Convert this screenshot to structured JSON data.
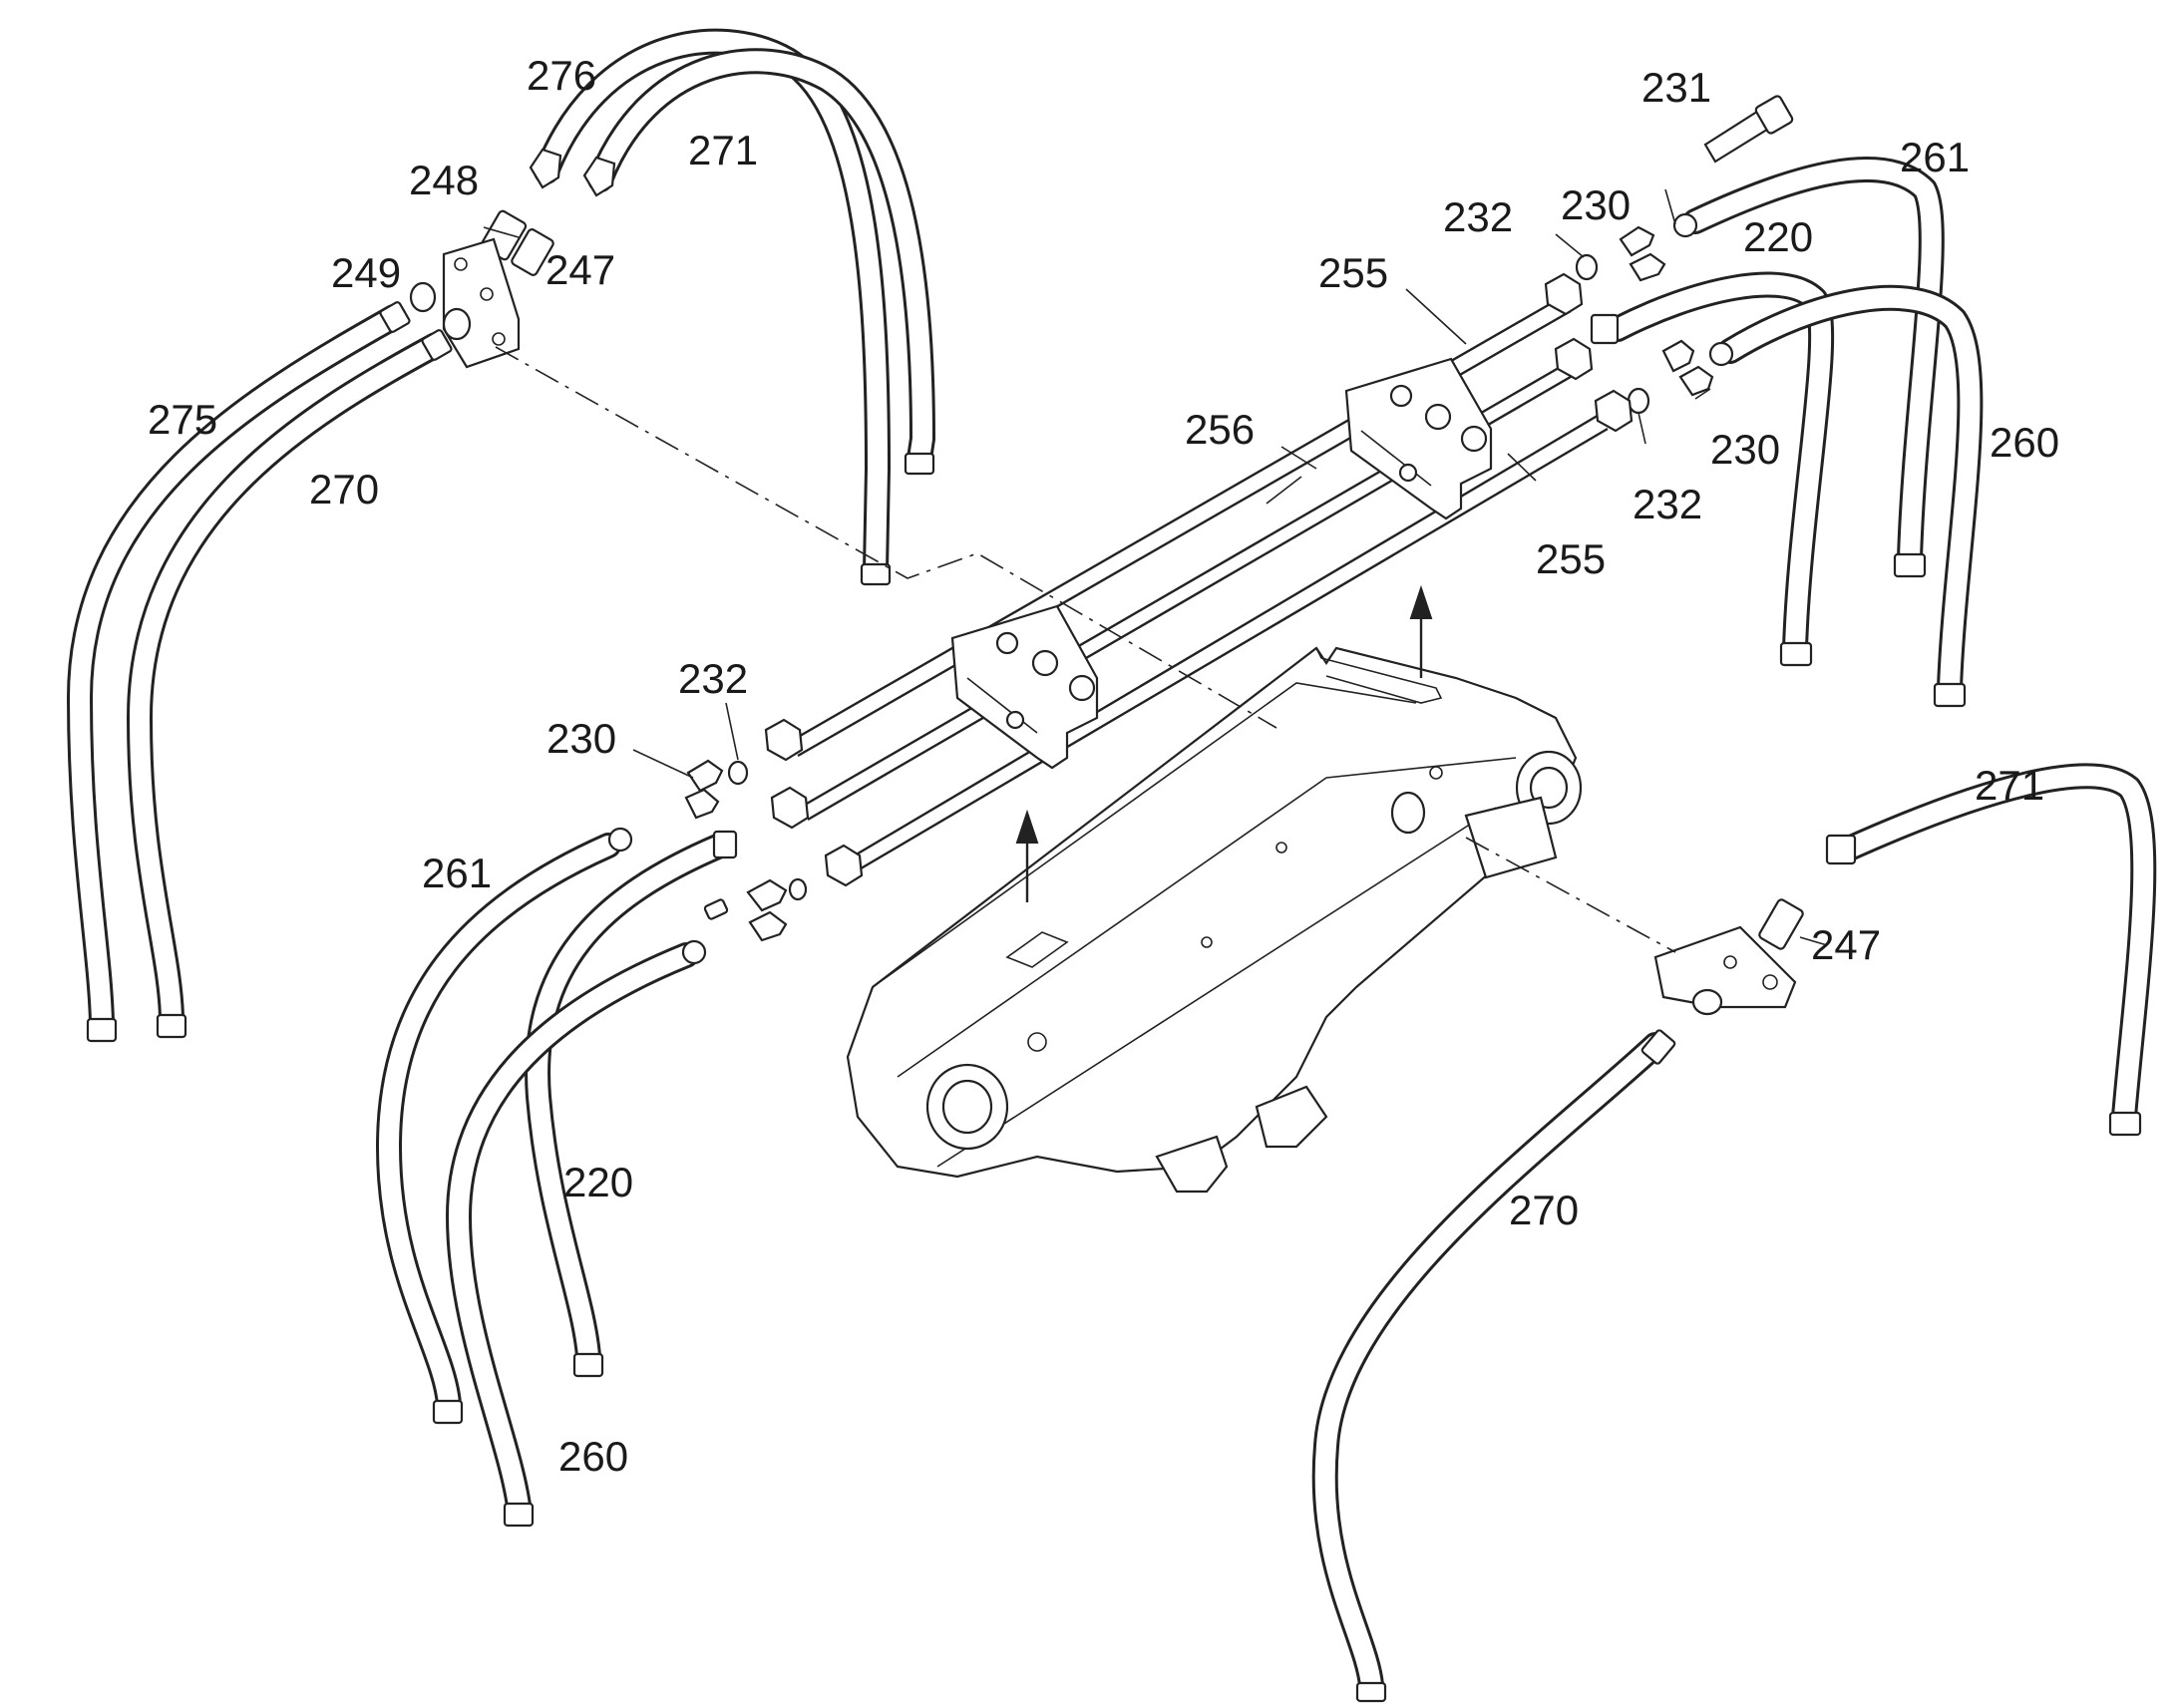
{
  "labels": [
    {
      "id": "lbl-276",
      "text": "276"
    },
    {
      "id": "lbl-271-top",
      "text": "271"
    },
    {
      "id": "lbl-248",
      "text": "248"
    },
    {
      "id": "lbl-249",
      "text": "249"
    },
    {
      "id": "lbl-247-top",
      "text": "247"
    },
    {
      "id": "lbl-275",
      "text": "275"
    },
    {
      "id": "lbl-270-left",
      "text": "270"
    },
    {
      "id": "lbl-231",
      "text": "231"
    },
    {
      "id": "lbl-261-right",
      "text": "261"
    },
    {
      "id": "lbl-232-top",
      "text": "232"
    },
    {
      "id": "lbl-230-top",
      "text": "230"
    },
    {
      "id": "lbl-220-right",
      "text": "220"
    },
    {
      "id": "lbl-255-top",
      "text": "255"
    },
    {
      "id": "lbl-256",
      "text": "256"
    },
    {
      "id": "lbl-230-right",
      "text": "230"
    },
    {
      "id": "lbl-260-right",
      "text": "260"
    },
    {
      "id": "lbl-232-right",
      "text": "232"
    },
    {
      "id": "lbl-255-bottom",
      "text": "255"
    },
    {
      "id": "lbl-232-left",
      "text": "232"
    },
    {
      "id": "lbl-230-left",
      "text": "230"
    },
    {
      "id": "lbl-271-right",
      "text": "271"
    },
    {
      "id": "lbl-261-left",
      "text": "261"
    },
    {
      "id": "lbl-247-right",
      "text": "247"
    },
    {
      "id": "lbl-220-left",
      "text": "220"
    },
    {
      "id": "lbl-270-bottom",
      "text": "270"
    },
    {
      "id": "lbl-260-left",
      "text": "260"
    }
  ]
}
